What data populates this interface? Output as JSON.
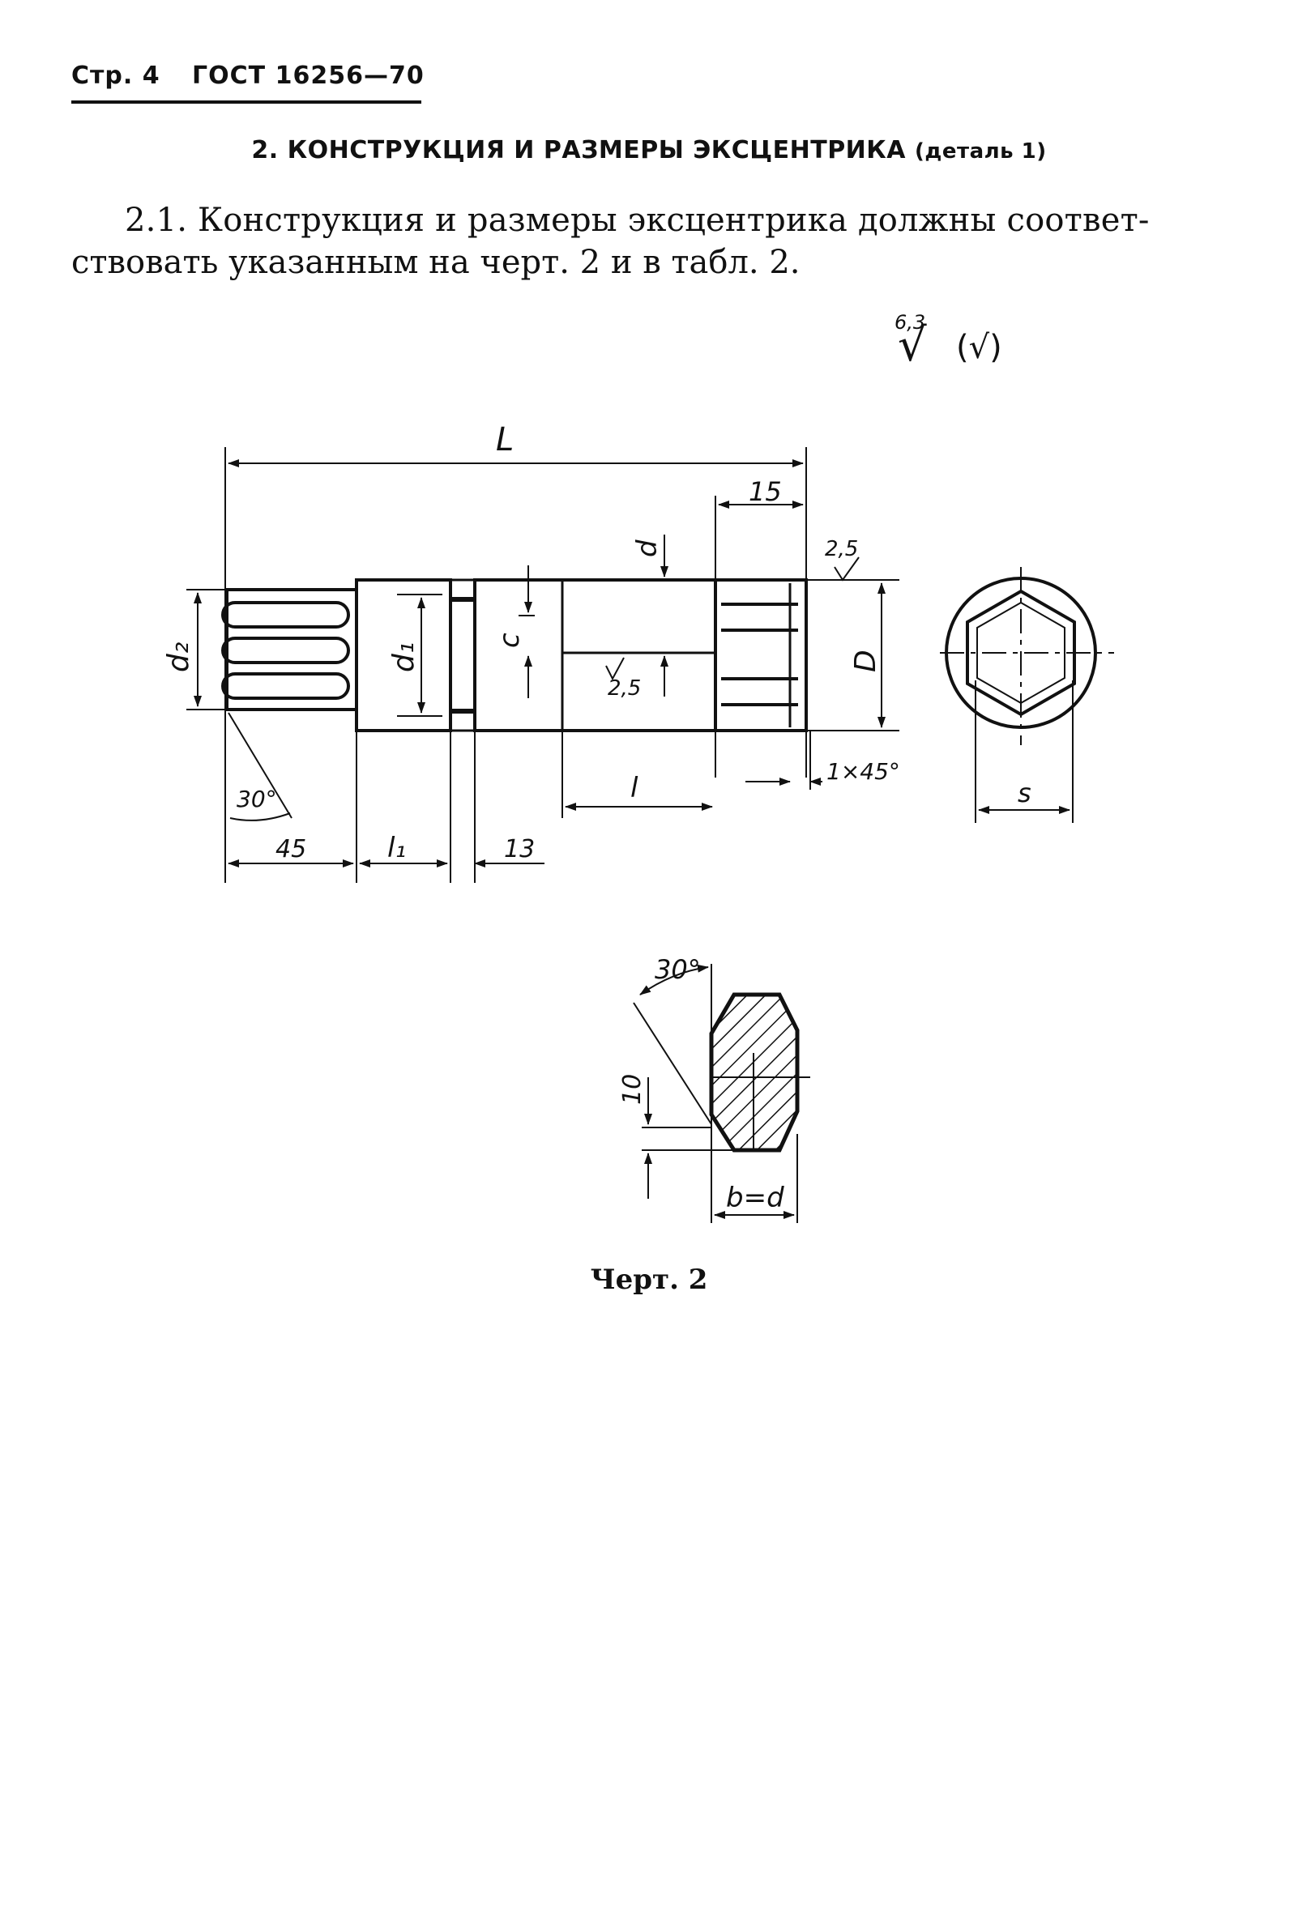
{
  "header": {
    "page": "Стр. 4",
    "standard": "ГОСТ 16256—70"
  },
  "section_title": {
    "main": "2. КОНСТРУКЦИЯ И РАЗМЕРЫ ЭКСЦЕНТРИКА",
    "sub": "(деталь 1)"
  },
  "paragraph": {
    "line1": "2.1. Конструкция и размеры эксцентрика должны соответ-",
    "line2": "ствовать указанным на черт. 2 и в табл. 2."
  },
  "roughness": {
    "value": "6,3",
    "symbol": "√",
    "paren": "(√)"
  },
  "drawing": {
    "labels": {
      "L": "L",
      "dim15": "15",
      "d": "d",
      "rough25a": "2,5",
      "rough25b": "2,5",
      "d2": "d₂",
      "d1": "d₁",
      "c": "c",
      "D": "D",
      "angle30": "30°",
      "chamfer": "1×45°",
      "l": "l",
      "dim45": "45",
      "l1": "l₁",
      "dim13": "13",
      "s": "s",
      "angle30b": "30°",
      "dim10": "10",
      "bd": "b=d"
    }
  },
  "caption": "Черт. 2"
}
